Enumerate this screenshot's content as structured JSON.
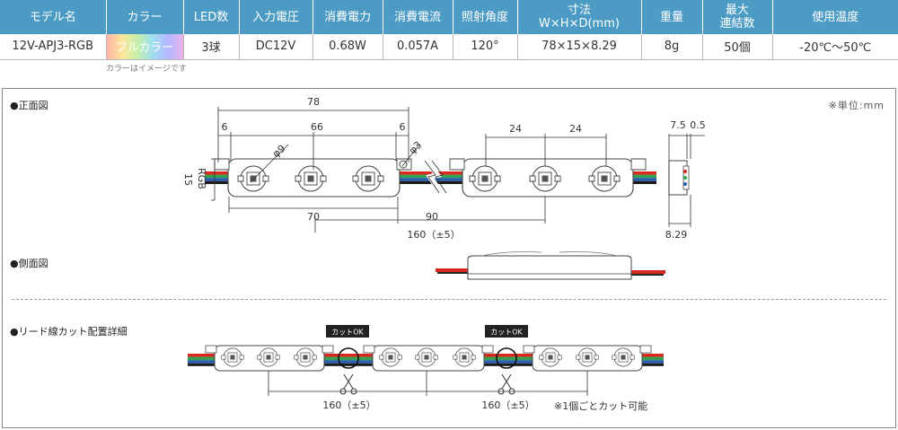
{
  "spec": {
    "headers": [
      "モデル名",
      "カラー",
      "LED数",
      "入力電圧",
      "消費電力",
      "消費電流",
      "照射角度",
      "寸法|W×H×D(mm)",
      "重量",
      "最大|連結数",
      "使用温度"
    ],
    "row": [
      "12V-APJ3-RGB",
      "フルカラー",
      "3球",
      "DC12V",
      "0.68W",
      "0.057A",
      "120°",
      "78×15×8.29",
      "8g",
      "50個",
      "-20℃～50℃"
    ],
    "color_note": "カラーはイメージです"
  },
  "drawing": {
    "unit_note": "※単位:mm",
    "front_label": "●正面図",
    "side_label": "●側面図",
    "lead_label": "●リード線カット配置詳細",
    "dims": {
      "total_width": "78",
      "left_margin": "6",
      "led_pitch": "66",
      "right_margin": "6",
      "phi9": "φ9",
      "phi3": "φ3",
      "pitch_a": "24",
      "pitch_b": "24",
      "height": "15",
      "depth_a": "7.5",
      "depth_b": "0.5",
      "depth_total": "8.29",
      "span_70": "70",
      "span_90": "90",
      "span_160": "160（±5）"
    },
    "wire_label": "RGB",
    "cut_ok_1": "カットOK",
    "cut_ok_2": "カットOK",
    "cut_span_1": "160（±5）",
    "cut_span_2": "160（±5）",
    "cut_note": "※1個ごとカット可能"
  },
  "colors": {
    "header_bg": "#4c9bc4",
    "wire_red": "#d9291f",
    "wire_green": "#2fa24a",
    "wire_blue": "#2a5db0"
  }
}
